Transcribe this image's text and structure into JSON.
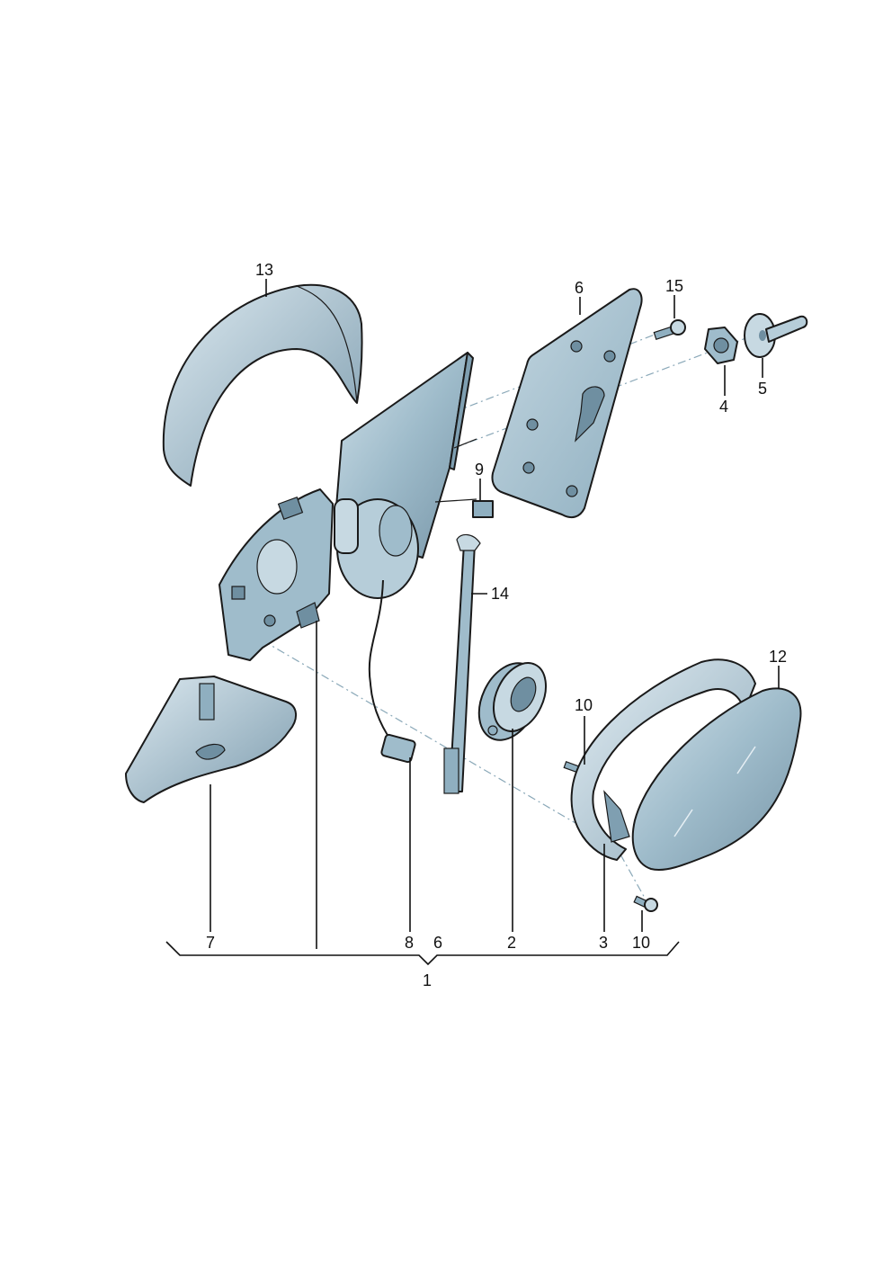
{
  "colors": {
    "part_light": "#c7d9e2",
    "part_mid": "#9fbccb",
    "part_dark": "#6f8fa1",
    "glass": "#a9c4d2",
    "outline": "#1a1a1a"
  },
  "callouts": {
    "c13": "13",
    "c6_top": "6",
    "c15": "15",
    "c5": "5",
    "c4": "4",
    "c9": "9",
    "c14": "14",
    "c12": "12",
    "c10_mid": "10",
    "c7": "7",
    "c8": "8",
    "c6_bottom": "6",
    "c2": "2",
    "c3": "3",
    "c10_bottom": "10",
    "c1": "1"
  }
}
